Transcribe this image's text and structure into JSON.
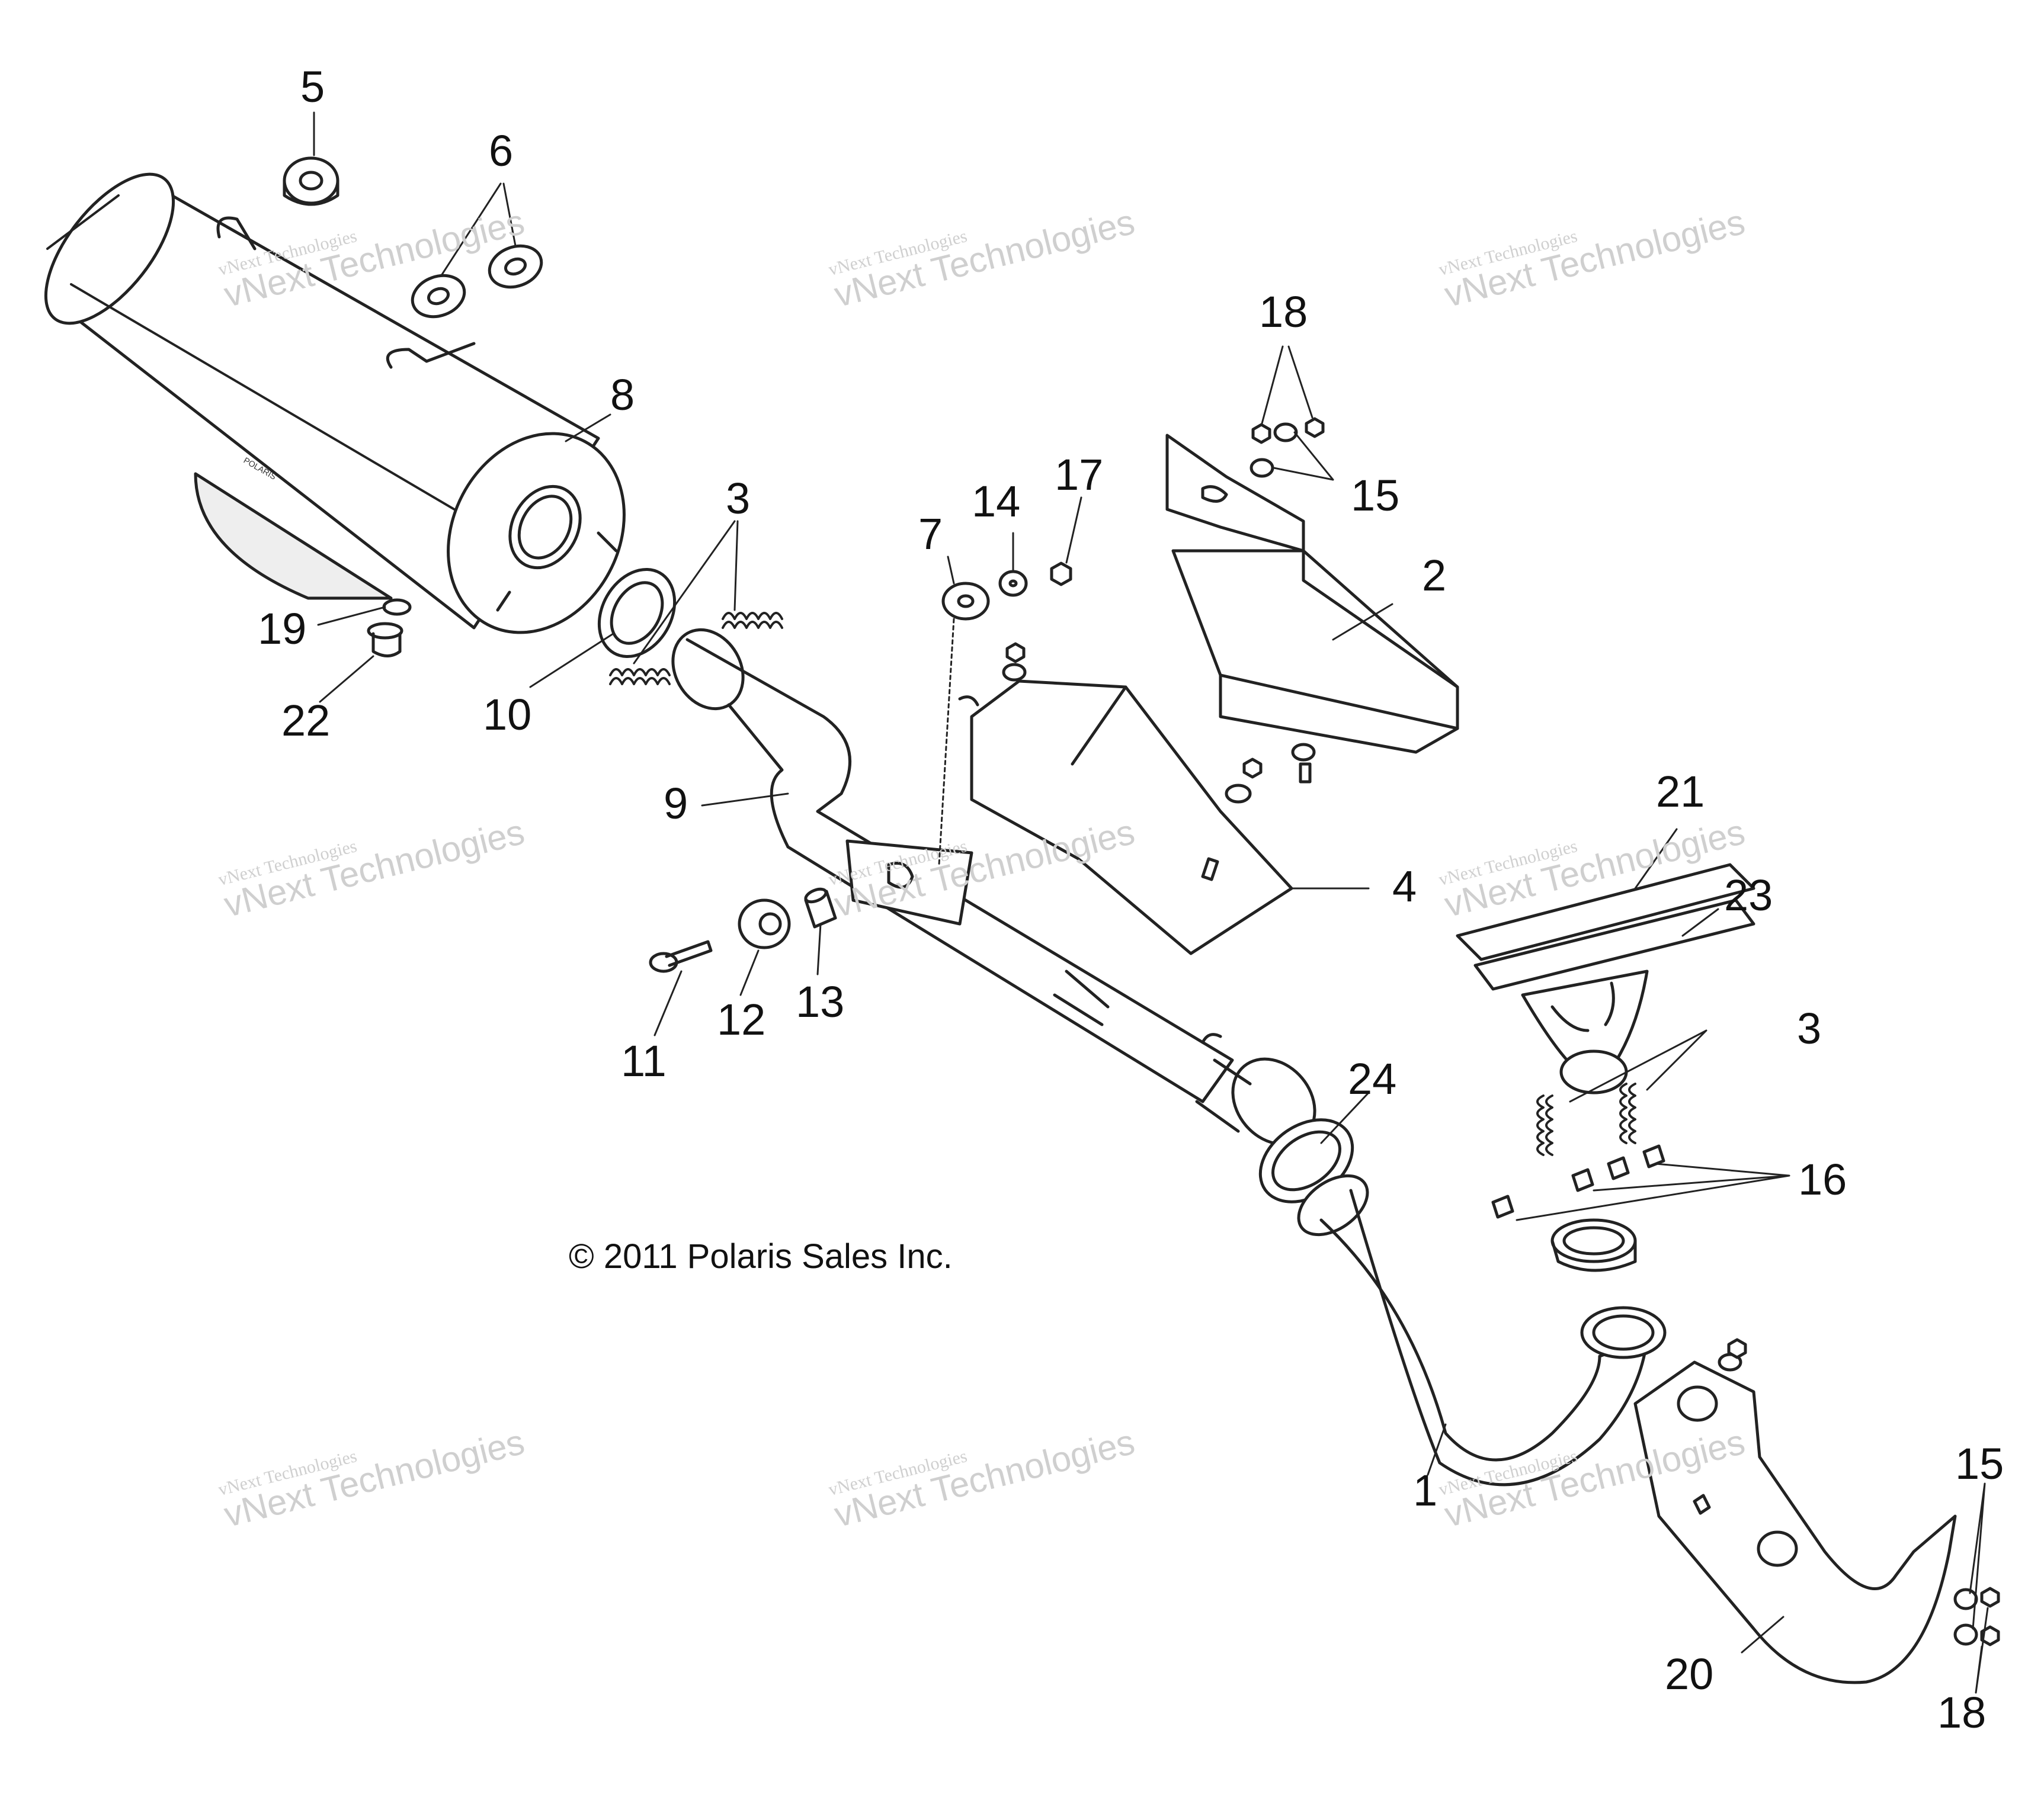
{
  "copyright": "© 2011 Polaris Sales Inc.",
  "watermark": {
    "line1": "vNext Technologies",
    "line2": "vNext Technologies"
  },
  "callouts": [
    {
      "id": "5",
      "text": "5"
    },
    {
      "id": "6",
      "text": "6"
    },
    {
      "id": "8",
      "text": "8"
    },
    {
      "id": "3a",
      "text": "3"
    },
    {
      "id": "7",
      "text": "7"
    },
    {
      "id": "14",
      "text": "14"
    },
    {
      "id": "17",
      "text": "17"
    },
    {
      "id": "18a",
      "text": "18"
    },
    {
      "id": "15a",
      "text": "15"
    },
    {
      "id": "2",
      "text": "2"
    },
    {
      "id": "19",
      "text": "19"
    },
    {
      "id": "22",
      "text": "22"
    },
    {
      "id": "10",
      "text": "10"
    },
    {
      "id": "9",
      "text": "9"
    },
    {
      "id": "4",
      "text": "4"
    },
    {
      "id": "21",
      "text": "21"
    },
    {
      "id": "23",
      "text": "23"
    },
    {
      "id": "3b",
      "text": "3"
    },
    {
      "id": "11",
      "text": "11"
    },
    {
      "id": "12",
      "text": "12"
    },
    {
      "id": "13",
      "text": "13"
    },
    {
      "id": "24",
      "text": "24"
    },
    {
      "id": "16",
      "text": "16"
    },
    {
      "id": "1",
      "text": "1"
    },
    {
      "id": "15b",
      "text": "15"
    },
    {
      "id": "20",
      "text": "20"
    },
    {
      "id": "18b",
      "text": "18"
    }
  ],
  "colors": {
    "line": "#222222",
    "fill": "#ffffff",
    "shade": "#e6e6e6",
    "watermark": "#cfcfcf"
  }
}
